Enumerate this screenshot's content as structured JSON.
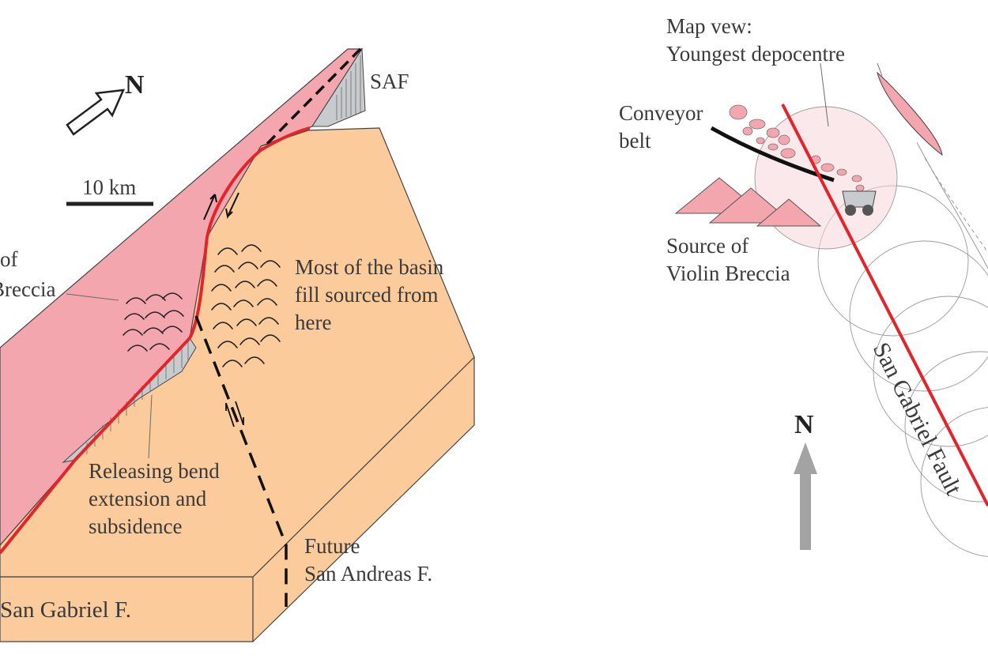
{
  "left_diagram": {
    "north_label": "N",
    "scale_label": "10 km",
    "saf_label": "SAF",
    "source_label_line1": "of",
    "source_label_line2": "Breccia",
    "basin_fill_line1": "Most of the basin",
    "basin_fill_line2": "fill sourced from",
    "basin_fill_line3": "here",
    "releasing_line1": "Releasing bend",
    "releasing_line2": "extension and",
    "releasing_line3": "subsidence",
    "future_line1": "Future",
    "future_line2": "San Andreas F.",
    "san_gabriel_label": "San Gabriel F."
  },
  "right_diagram": {
    "map_view_line1": "Map vew:",
    "map_view_line2": "Youngest depocentre",
    "conveyor_line1": "Conveyor",
    "conveyor_line2": "belt",
    "source_line1": "Source of",
    "source_line2": "Violin Breccia",
    "fault_label": "San Gabriel Fault",
    "north_label": "N"
  },
  "colors": {
    "upthrown_block": "#f3a6ad",
    "basin_block": "#fbcb9c",
    "scarp": "#c8cbce",
    "fault_red": "#e3242b",
    "arrow_gray": "#a3a3a3"
  }
}
